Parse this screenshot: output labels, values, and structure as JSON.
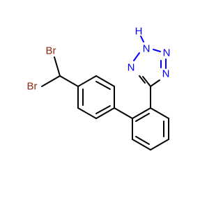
{
  "molecule": {
    "colors": {
      "bond": "#000000",
      "nitrogen": "#0000ff",
      "bromine": "#8b2a0f",
      "background": "#ffffff"
    },
    "atoms": {
      "br_top": "Br",
      "br_bottom": "Br",
      "h_nh": "H",
      "n_nh": "N",
      "n_top_right": "N",
      "n_right": "N",
      "n_left": "N"
    }
  }
}
